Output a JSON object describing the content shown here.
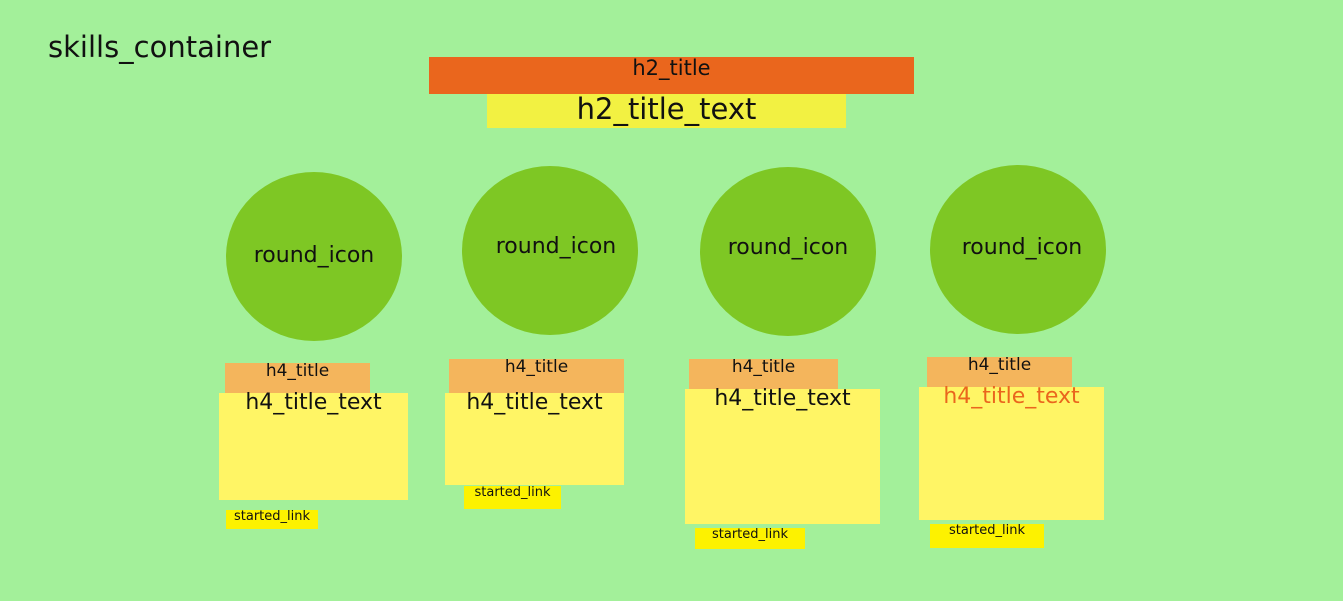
{
  "container": {
    "label": "skills_container"
  },
  "header": {
    "h2_title": "h2_title",
    "h2_title_text": "h2_title_text"
  },
  "skills": [
    {
      "icon_label": "round_icon",
      "h4_title": "h4_title",
      "h4_title_text": "h4_title_text",
      "link_label": "started_link"
    },
    {
      "icon_label": "round_icon",
      "h4_title": "h4_title",
      "h4_title_text": "h4_title_text",
      "link_label": "started_link"
    },
    {
      "icon_label": "round_icon",
      "h4_title": "h4_title",
      "h4_title_text": "h4_title_text",
      "link_label": "started_link"
    },
    {
      "icon_label": "round_icon",
      "h4_title": "h4_title",
      "h4_title_text": "h4_title_text",
      "link_label": "started_link"
    }
  ],
  "colors": {
    "background": "#a3f09a",
    "h2_title_bg": "#ea661d",
    "h2_title_text_bg": "#f2f142",
    "round_icon_bg": "#7ec724",
    "h4_title_bg": "#f4b55c",
    "h4_text_bg": "#fff565",
    "started_link_bg": "#fdf200",
    "accent_text": "#ea661d"
  }
}
